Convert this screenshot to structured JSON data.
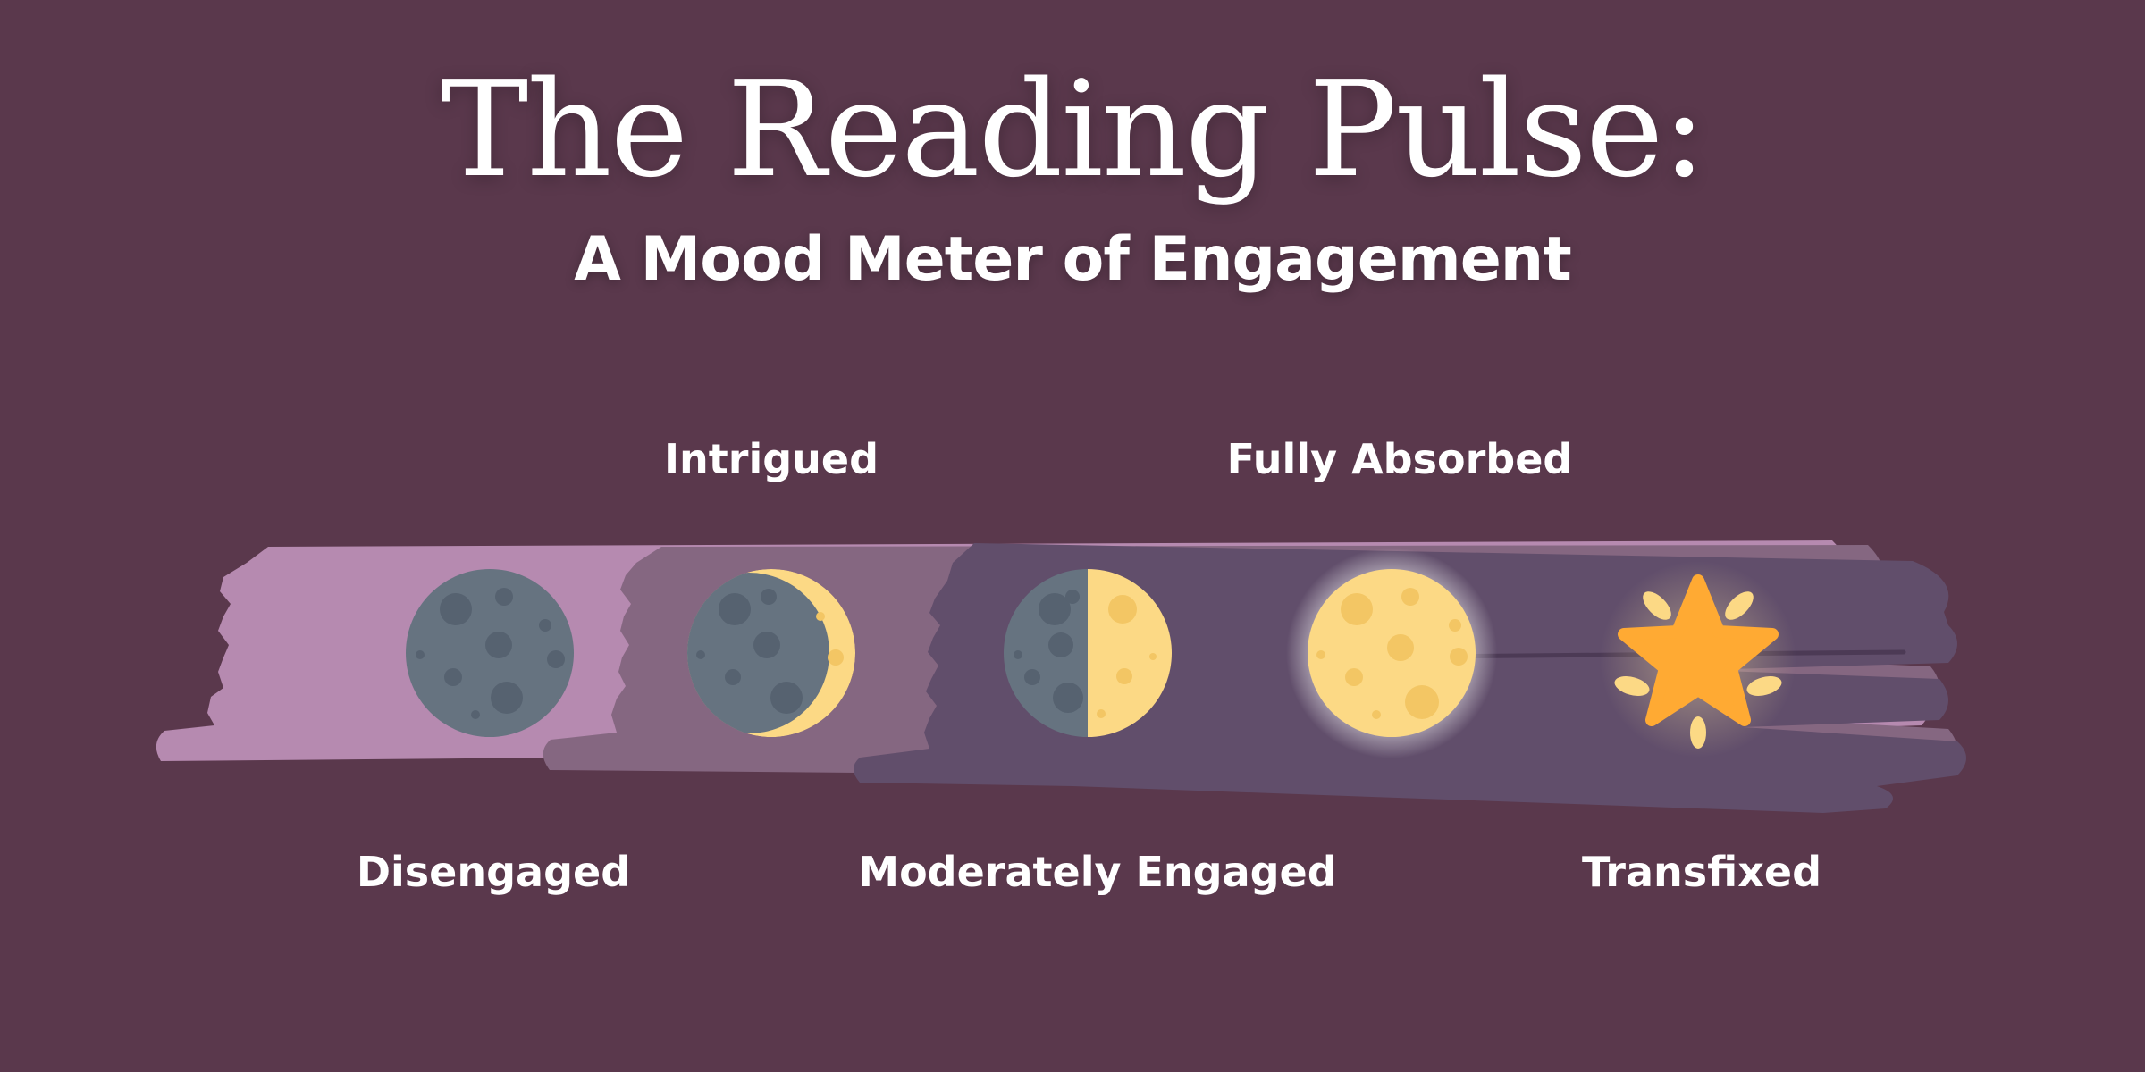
{
  "title": "The Reading Pulse:",
  "subtitle": "A Mood Meter of Engagement",
  "stages": [
    {
      "label": "Disengaged",
      "icon": "new-moon-icon"
    },
    {
      "label": "Intrigued",
      "icon": "crescent-moon-icon"
    },
    {
      "label": "Moderately Engaged",
      "icon": "half-moon-icon"
    },
    {
      "label": "Fully Absorbed",
      "icon": "full-moon-icon"
    },
    {
      "label": "Transfixed",
      "icon": "glowing-star-icon"
    }
  ],
  "colors": {
    "background": "#5a384c",
    "brush_light": "#b68ab0",
    "brush_mid": "#856781",
    "brush_dark": "#614e6b",
    "moon_dark": "#667380",
    "moon_lit": "#fcd985",
    "star": "#ffaa33"
  }
}
